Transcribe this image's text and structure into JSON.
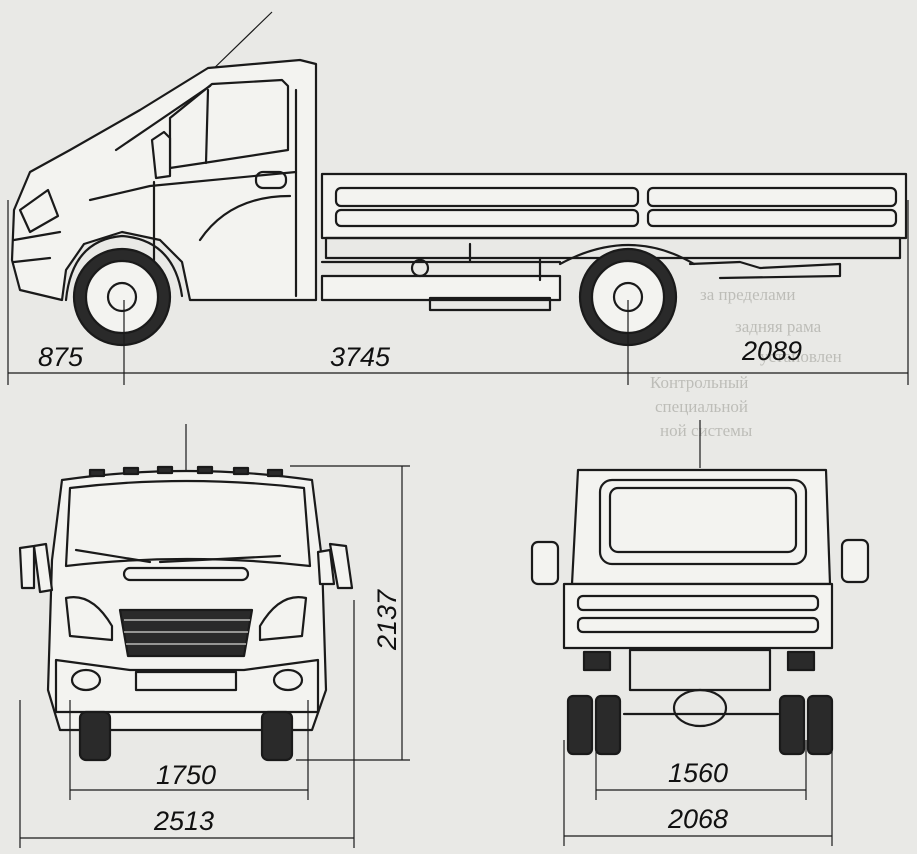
{
  "dimensions": {
    "front_overhang": "875",
    "wheelbase": "3745",
    "rear_overhang": "2089",
    "height": "2137",
    "front_track": "1750",
    "overall_width": "2513",
    "rear_track": "1560",
    "body_width": "2068"
  },
  "bleed_text": {
    "lines": [
      "за пределами",
      "задняя рама",
      "установлен",
      "Контрольный",
      "специальной",
      "ной системы"
    ]
  },
  "colors": {
    "paper": "#e9e9e6",
    "ink": "#1a1a1a"
  }
}
